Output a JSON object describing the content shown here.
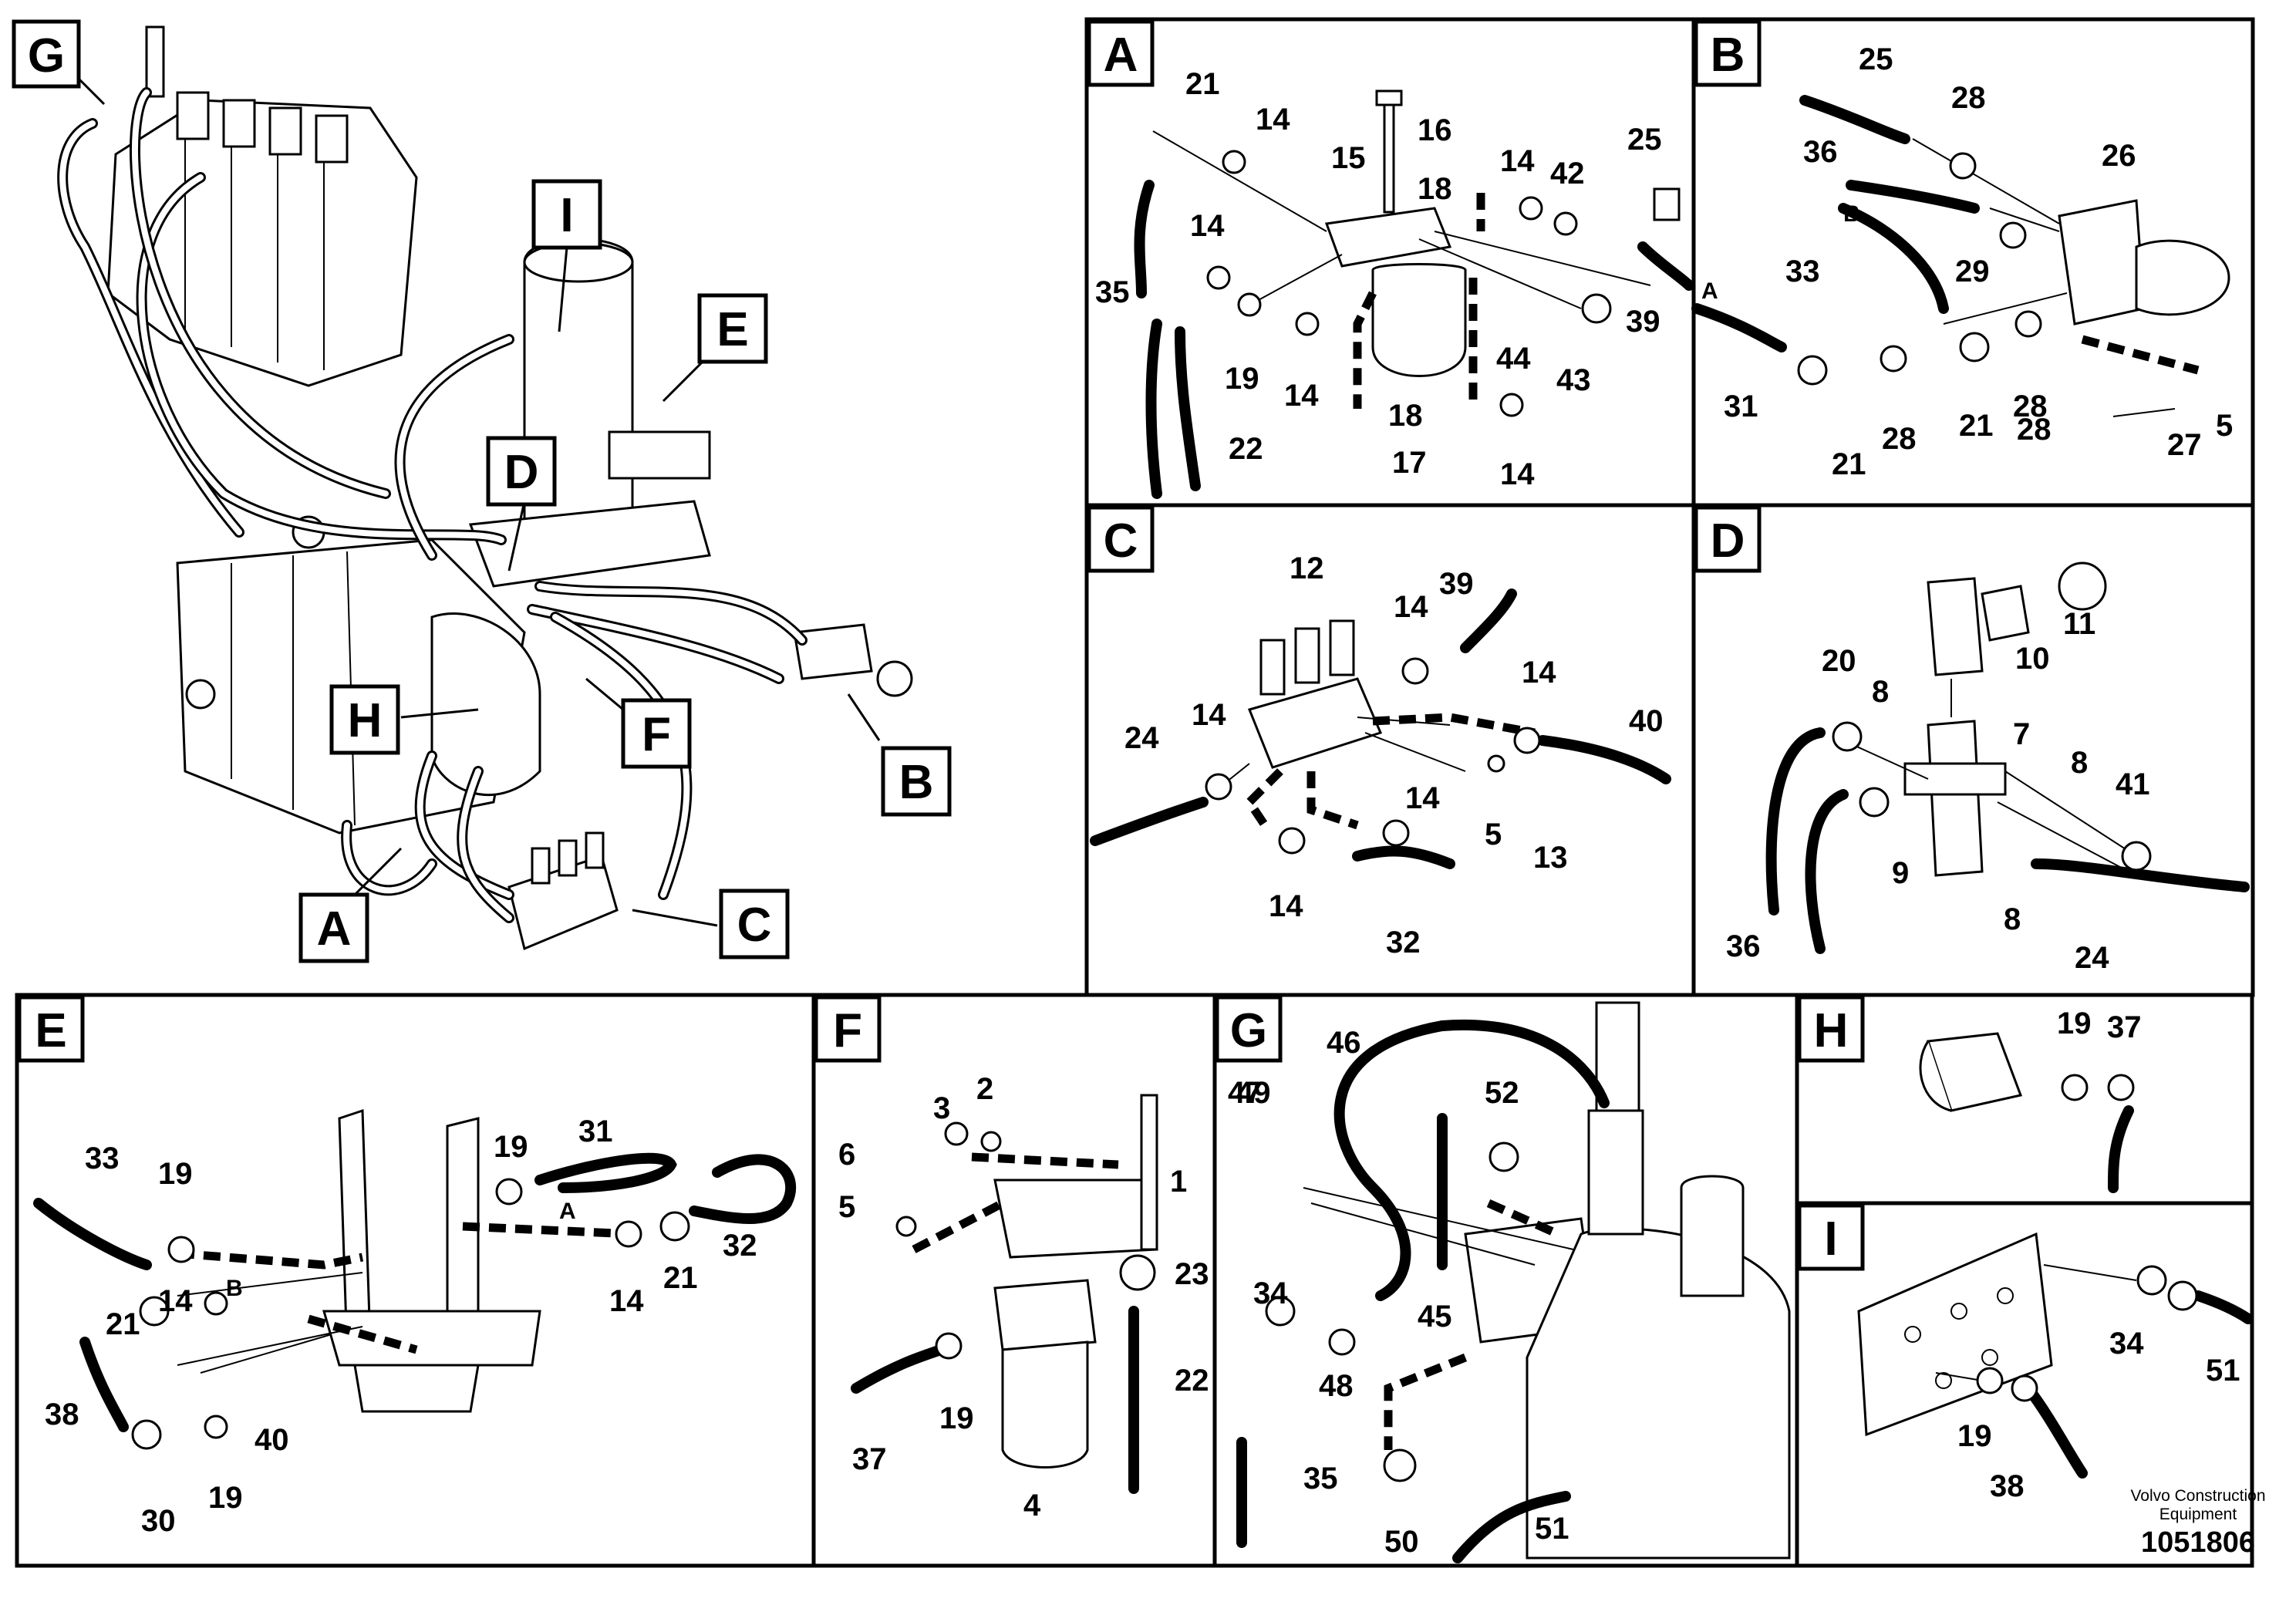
{
  "labels": {
    "G": "G",
    "I": "I",
    "E": "E",
    "D": "D",
    "H": "H",
    "F": "F",
    "B": "B",
    "A": "A",
    "C": "C"
  },
  "panels": {
    "A": {
      "letter": "A",
      "callouts": [
        "21",
        "14",
        "16",
        "15",
        "18",
        "14",
        "42",
        "25",
        "35",
        "14",
        "19",
        "14",
        "18",
        "44",
        "43",
        "39",
        "22",
        "17",
        "14"
      ]
    },
    "B": {
      "letter": "B",
      "callouts": [
        "25",
        "28",
        "36",
        "26",
        "33",
        "29",
        "28",
        "31",
        "21",
        "28",
        "21",
        "28",
        "27",
        "5"
      ],
      "markers": [
        "B",
        "A"
      ]
    },
    "C": {
      "letter": "C",
      "callouts": [
        "12",
        "39",
        "14",
        "14",
        "14",
        "40",
        "24",
        "14",
        "5",
        "13",
        "14",
        "32"
      ]
    },
    "D": {
      "letter": "D",
      "callouts": [
        "11",
        "10",
        "20",
        "8",
        "7",
        "8",
        "41",
        "9",
        "8",
        "36",
        "24"
      ]
    },
    "E": {
      "letter": "E",
      "callouts": [
        "31",
        "33",
        "19",
        "19",
        "32",
        "14",
        "21",
        "21",
        "14",
        "38",
        "40",
        "30",
        "19"
      ],
      "markers": [
        "A",
        "B"
      ]
    },
    "F": {
      "letter": "F",
      "callouts": [
        "3",
        "2",
        "6",
        "1",
        "5",
        "23",
        "22",
        "37",
        "19",
        "4"
      ]
    },
    "G": {
      "letter": "G",
      "callouts": [
        "49",
        "46",
        "47",
        "52",
        "34",
        "45",
        "48",
        "35",
        "50",
        "51"
      ]
    },
    "H": {
      "letter": "H",
      "callouts": [
        "19",
        "37"
      ]
    },
    "I": {
      "letter": "I",
      "callouts": [
        "34",
        "51",
        "19",
        "38"
      ]
    }
  },
  "footer": {
    "brand_line1": "Volvo Construction",
    "brand_line2": "Equipment",
    "doc_number": "1051806"
  }
}
